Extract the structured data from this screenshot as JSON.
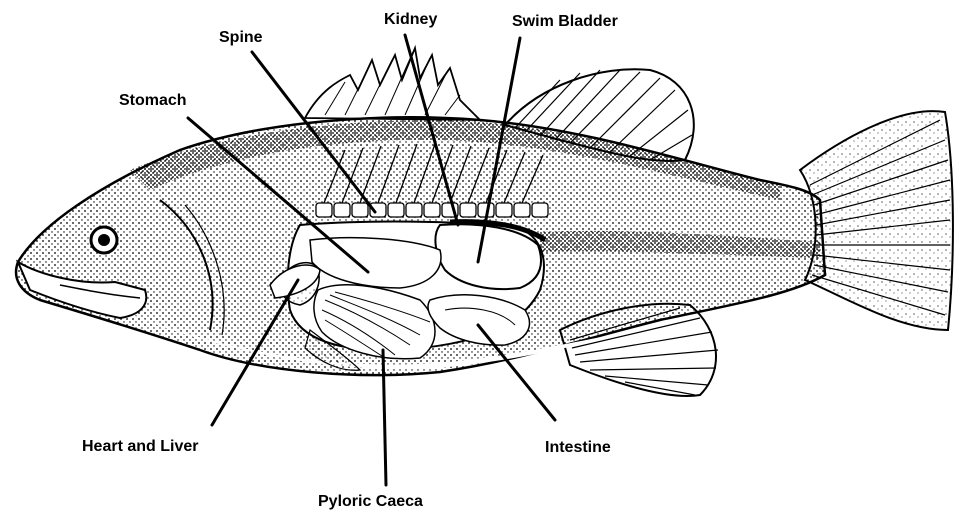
{
  "labels": {
    "kidney": "Kidney",
    "swim_bladder": "Swim Bladder",
    "spine": "Spine",
    "stomach": "Stomach",
    "heart_liver": "Heart and Liver",
    "intestine": "Intestine",
    "pyloric_caeca": "Pyloric Caeca"
  },
  "colors": {
    "ink": "#000000",
    "background": "#ffffff"
  }
}
